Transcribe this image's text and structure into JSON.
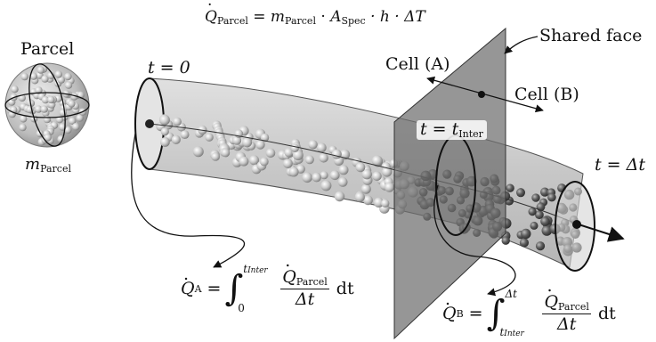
{
  "top_equation": {
    "lhs": "Q",
    "lhs_sub": "Parcel",
    "m": "m",
    "m_sub": "Parcel",
    "a": "A",
    "a_sub": "Spec",
    "rest": "· h · ΔT"
  },
  "parcel": {
    "title": "Parcel",
    "mass_symbol": "m",
    "mass_sub": "Parcel"
  },
  "labels": {
    "shared_face": "Shared face",
    "cell_a": "Cell (A)",
    "cell_b": "Cell (B)",
    "t0": "t = 0",
    "t_inter": "t = t",
    "t_inter_sub": "Inter",
    "t_end": "t = Δt"
  },
  "eq_a": {
    "lhs": "Q",
    "lhs_sub": "A",
    "upper": "t",
    "upper_sub": "Inter",
    "lower": "0",
    "num": "Q",
    "num_sub": "Parcel",
    "den": "Δt",
    "dt": "dt"
  },
  "eq_b": {
    "lhs": "Q",
    "lhs_sub": "B",
    "upper": "Δt",
    "lower": "t",
    "lower_sub": "Inter",
    "num": "Q",
    "num_sub": "Parcel",
    "den": "Δt",
    "dt": "dt"
  },
  "colors": {
    "tube_fill": "#b9b9b9",
    "plane_fill": "#8a8a8a",
    "sphere_light": "#d8d8d8",
    "sphere_dark": "#5a5a5a",
    "ink": "#111111"
  }
}
